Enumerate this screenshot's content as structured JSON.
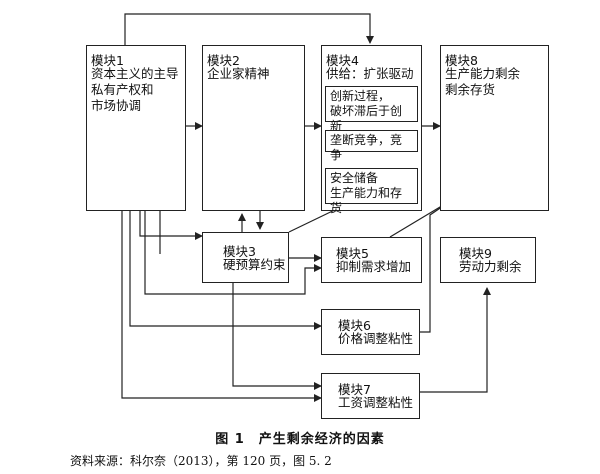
{
  "modules": {
    "m1": {
      "title": "模块1",
      "text": "资本主义的主导\n私有产权和\n市场协调"
    },
    "m2": {
      "title": "模块2",
      "text": "企业家精神"
    },
    "m4": {
      "title": "模块4",
      "text": "供给：扩张驱动",
      "items": [
        "创新过程，\n破坏滞后于创新",
        "垄断竞争，竞争",
        "安全储备\n生产能力和存货"
      ]
    },
    "m8": {
      "title": "模块8",
      "text": "生产能力剩余\n剩余存货"
    },
    "m3": {
      "title": "模块3",
      "text": "硬预算约束"
    },
    "m5": {
      "title": "模块5",
      "text": "抑制需求增加"
    },
    "m9": {
      "title": "模块9",
      "text": "劳动力剩余"
    },
    "m6": {
      "title": "模块6",
      "text": "价格调整粘性"
    },
    "m7": {
      "title": "模块7",
      "text": "工资调整粘性"
    }
  },
  "caption": "图 1　产生剩余经济的因素",
  "source": "资料来源：科尔奈（2013），第 120 页，图 5. 2"
}
